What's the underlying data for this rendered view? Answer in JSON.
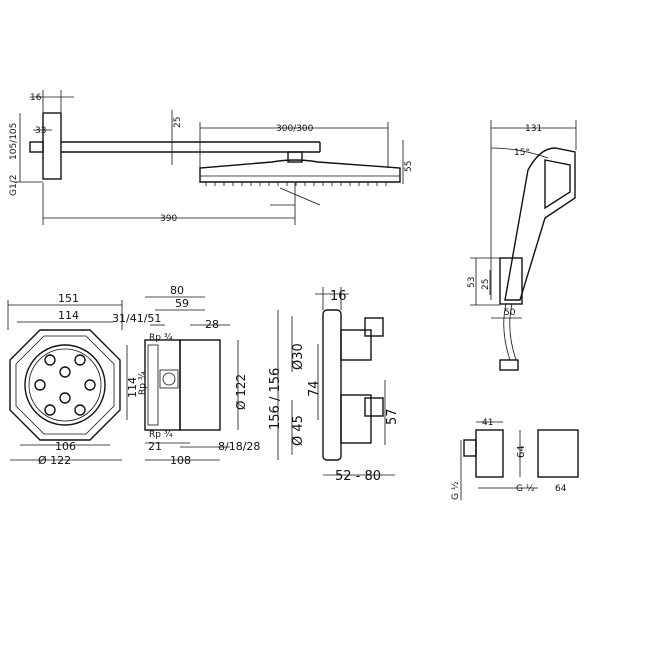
{
  "drawing": {
    "shower_arm": {
      "d16": "16",
      "d33": "33",
      "d25": "25",
      "d105": "105/105",
      "g12": "G1/2",
      "d390": "390",
      "d300": "300/300",
      "d55": "55"
    },
    "hand_shower": {
      "d131": "131",
      "angle": "15°",
      "d53": "53",
      "d25": "25",
      "d50": "50"
    },
    "iBox_front": {
      "d151": "151",
      "d114": "114",
      "d106": "106",
      "d122": "Ø 122"
    },
    "iBox_side": {
      "d80": "80",
      "d59": "59",
      "d313": "31/41/51",
      "d28": "28",
      "rp1": "Rp ¾",
      "rp2": "Rp ¾",
      "rp3": "Rp ¾",
      "d114": "114",
      "d122": "Ø 122",
      "d21": "21",
      "d818": "8/18/28",
      "d108": "108"
    },
    "thermostat": {
      "d16": "16",
      "d156": "156 / 156",
      "d30": "Ø30",
      "d74": "74",
      "d45": "Ø 45",
      "d57": "57",
      "d5280": "52 - 80"
    },
    "wall_outlet": {
      "d41": "41",
      "d64a": "64",
      "g12a": "G ½",
      "g12b": "G ½",
      "d64b": "64"
    }
  }
}
